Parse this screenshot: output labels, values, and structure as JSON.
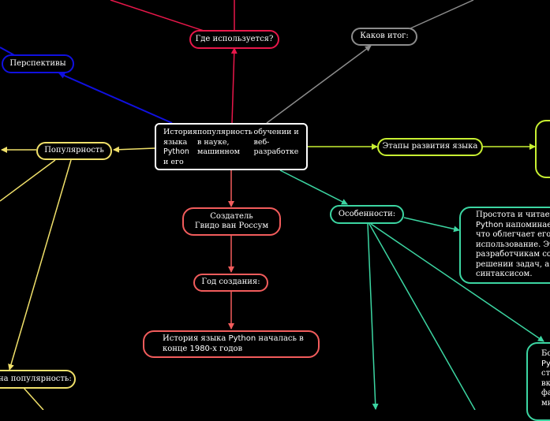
{
  "colors": {
    "background": "#000000",
    "crimson": "#e8174a",
    "salmon": "#f25c5c",
    "blue": "#1010e0",
    "gray": "#8c8c8c",
    "yellow": "#f0e06a",
    "lime": "#c8f032",
    "teal": "#3cd6a2",
    "white": "#ffffff"
  },
  "central": {
    "line1_pre": "История языка ",
    "line1_py": "Python",
    "line1_post": " и его",
    "line2": "популярность в науке, машинном",
    "line3": "обучении и веб-разработке"
  },
  "nodes": {
    "where_used": "Где используется?",
    "result": "Каков итог:",
    "prospects": "Перспективы",
    "popularity": "Популярность",
    "stages": "Этапы развития языка",
    "creator_line1": "Создатель",
    "creator_line2": "Гвидо ван Россум",
    "year": "Год создания:",
    "history_pre": "История языка ",
    "history_py": "Python",
    "history_post": " началась в",
    "history_line2_pre": "конце ",
    "history_line2_num": "1980",
    "history_line2_post": "-х годов",
    "features": "Особенности:",
    "simplicity_line1": "Простота и читаемость",
    "simplicity_line2_py": "Python",
    "simplicity_line2_post": " напоминает а",
    "simplicity_line3": "что облегчает его изуч",
    "simplicity_line4": "использование. Это по",
    "simplicity_line5": "разработчикам сосред",
    "simplicity_line6": "решении задач, а не н",
    "simplicity_line7": "синтаксисом.",
    "lib_line1": "Бо",
    "lib_line2": "Py",
    "lib_line3": "ст",
    "lib_line4": "вк",
    "lib_line5": "фа",
    "lib_line6": "мн",
    "gained_popularity": "нна популярность:"
  }
}
